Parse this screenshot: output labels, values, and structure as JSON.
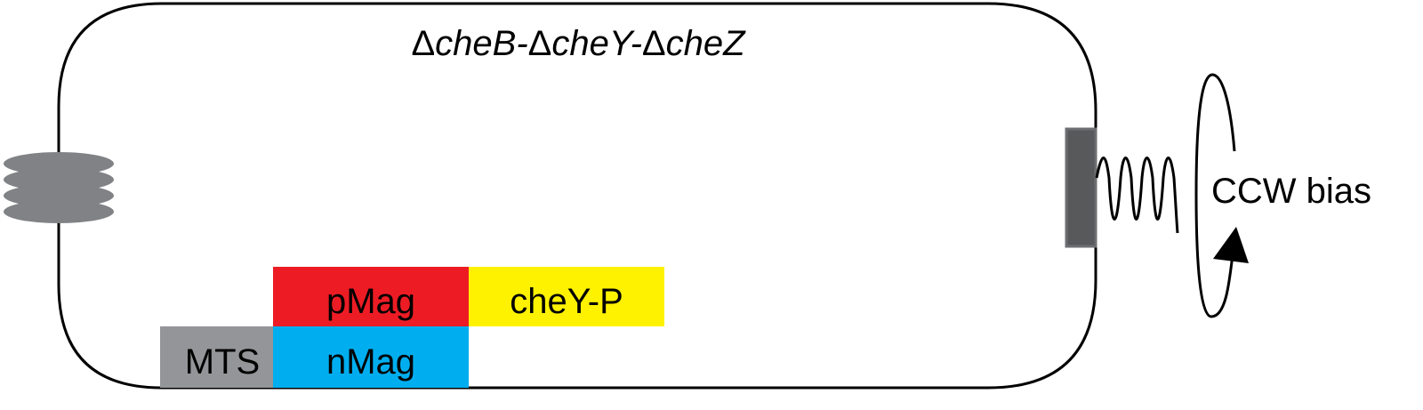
{
  "title": {
    "parts": [
      {
        "delta": "Δ",
        "gene": "cheB",
        "sep": "-"
      },
      {
        "delta": "Δ",
        "gene": "cheY",
        "sep": "-"
      },
      {
        "delta": "Δ",
        "gene": "cheZ",
        "sep": ""
      }
    ]
  },
  "blocks": {
    "mts": {
      "label": "MTS",
      "color": "#939598"
    },
    "nmag": {
      "label": "nMag",
      "color": "#00aeef"
    },
    "pmag": {
      "label": "pMag",
      "color": "#ed1c24"
    },
    "chey_p": {
      "label": "cheY-P",
      "color": "#fff200"
    }
  },
  "motor": {
    "color": "#58595b",
    "border": "#6d6e71"
  },
  "receptor": {
    "color": "#808285"
  },
  "rotation": {
    "label": "CCW bias"
  }
}
